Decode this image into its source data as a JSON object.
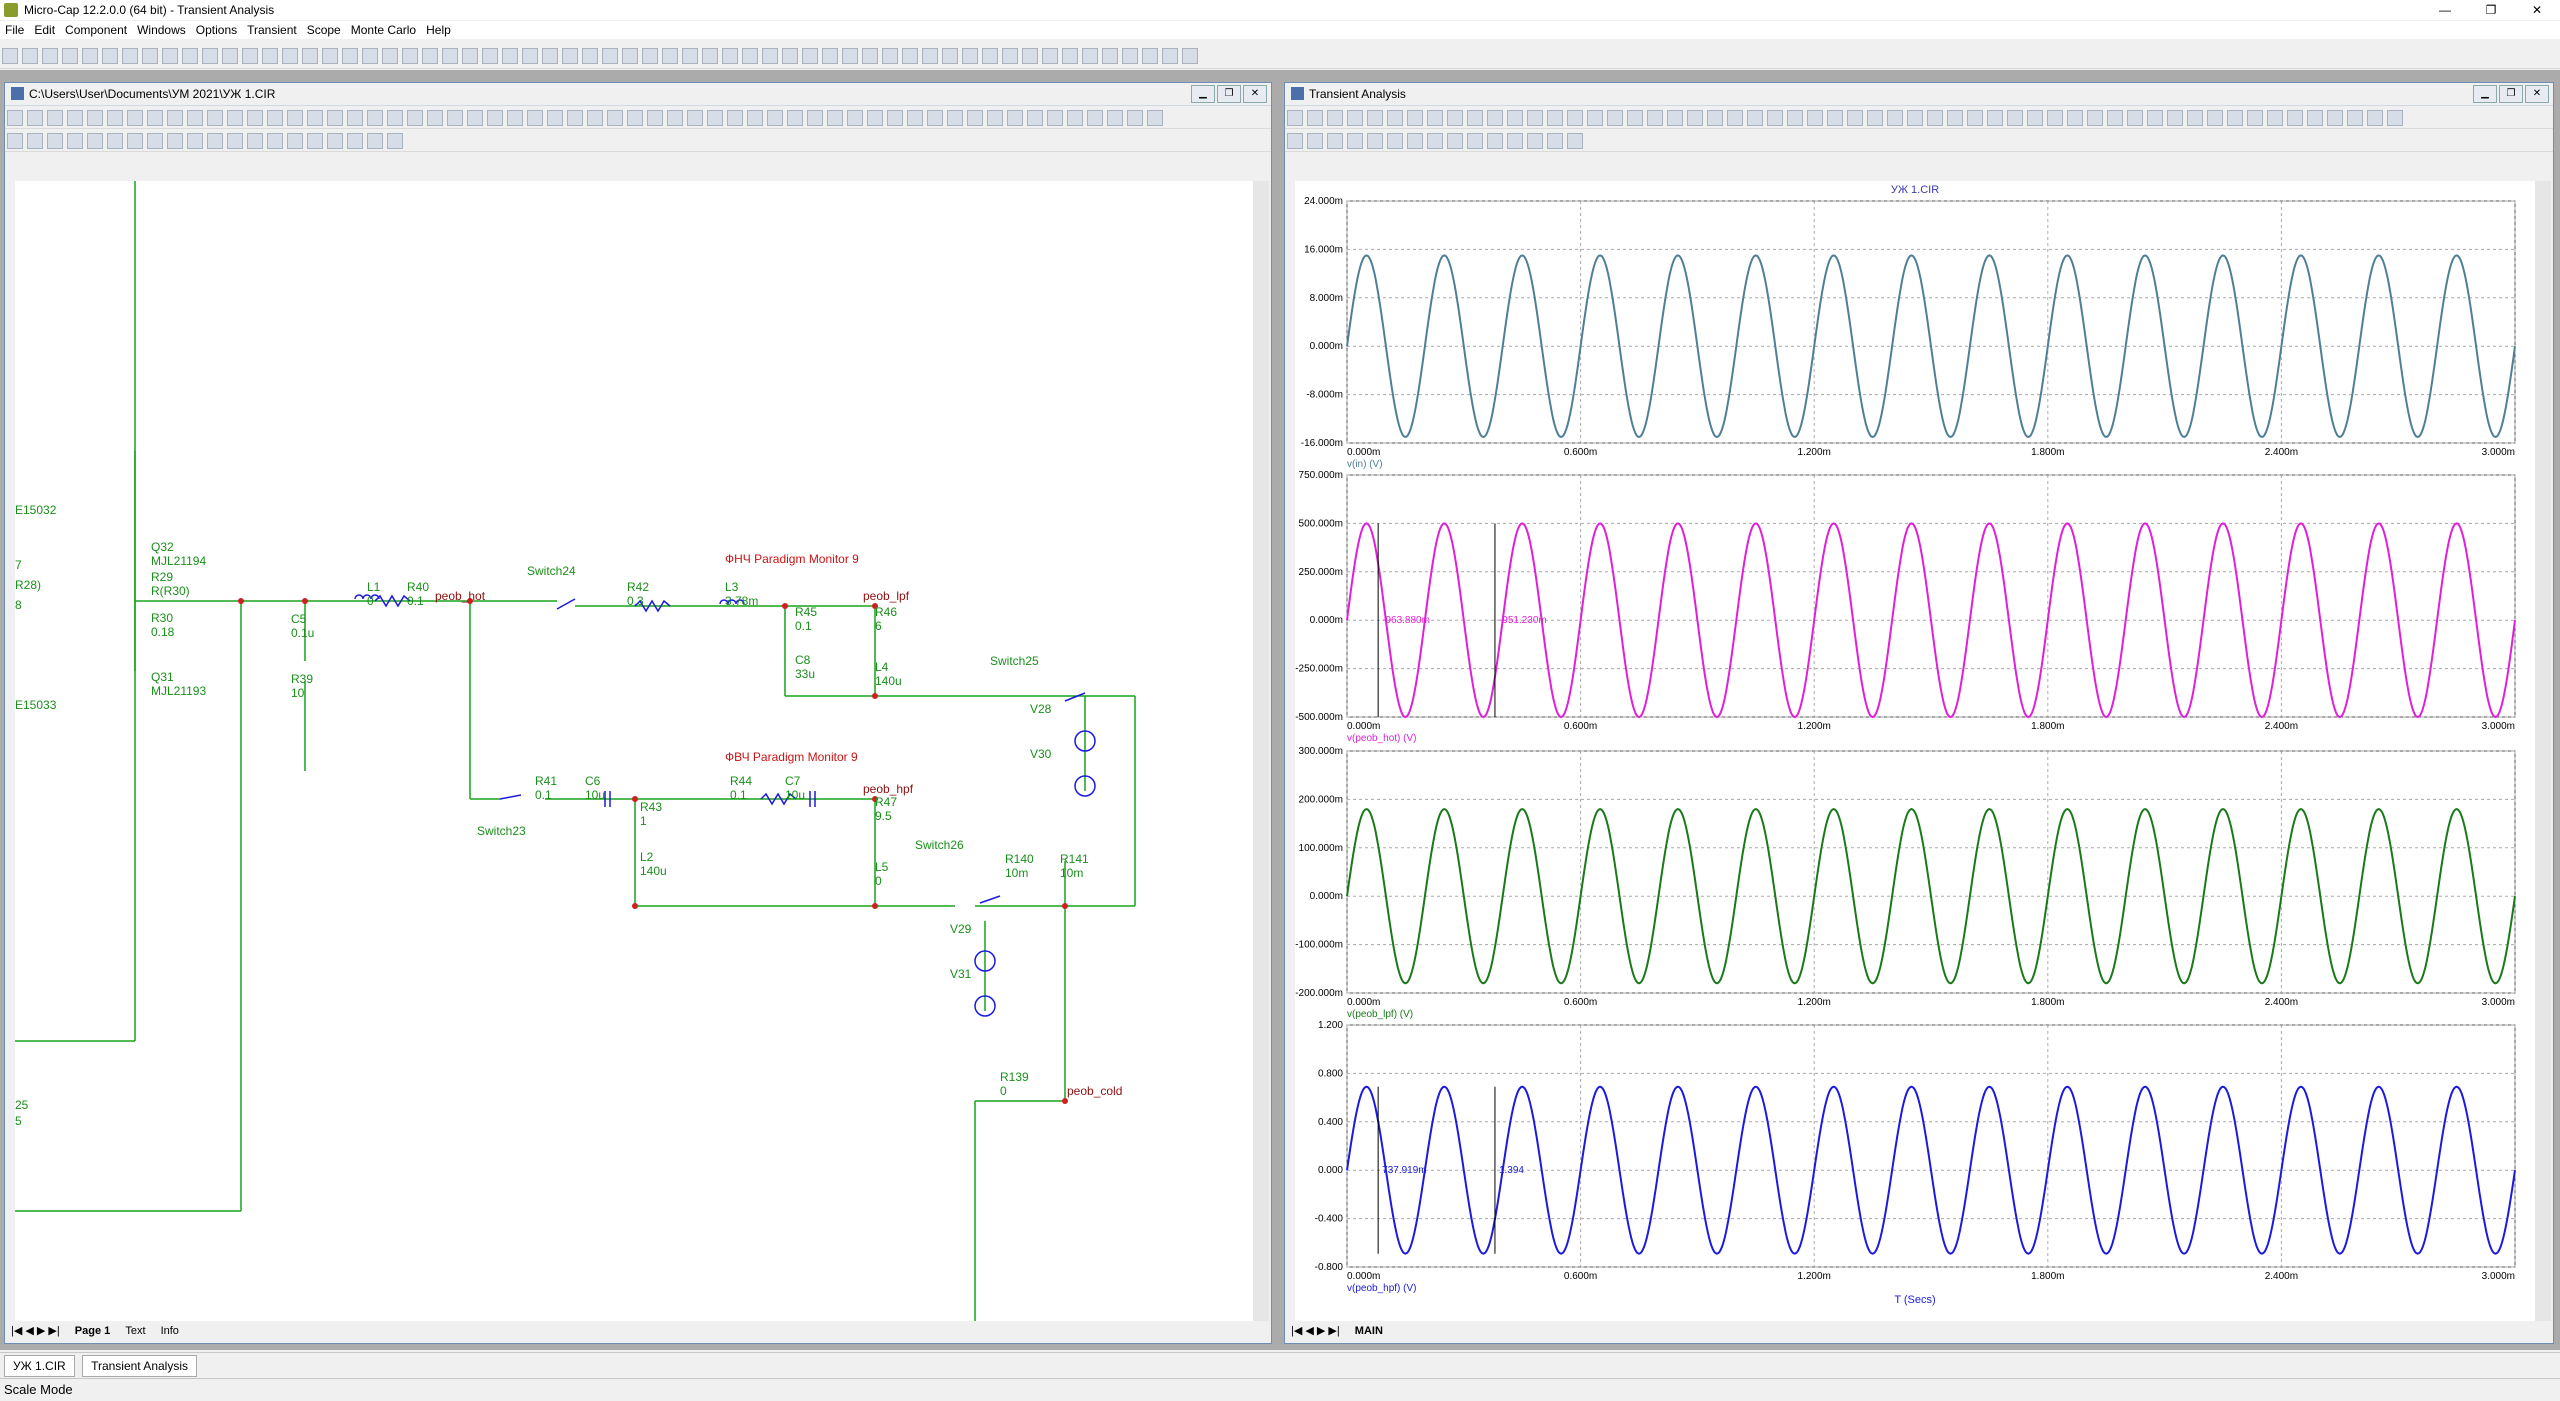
{
  "window": {
    "title": "Micro-Cap 12.2.0.0 (64 bit) - Transient Analysis",
    "minimize": "—",
    "maximize": "❐",
    "close": "✕"
  },
  "menu": [
    "File",
    "Edit",
    "Component",
    "Windows",
    "Options",
    "Transient",
    "Scope",
    "Monte Carlo",
    "Help"
  ],
  "schematic": {
    "title": "C:\\Users\\User\\Documents\\УМ 2021\\УЖ 1.CIR",
    "page_tabs": [
      "Page 1",
      "Text",
      "Info"
    ],
    "components": [
      {
        "ref": "Q32",
        "value": "MJL21194"
      },
      {
        "ref": "R29",
        "value": "R(R30)"
      },
      {
        "ref": "R30",
        "value": "0.18"
      },
      {
        "ref": "Q31",
        "value": "MJL21193"
      },
      {
        "ref": "C5",
        "value": "0.1u"
      },
      {
        "ref": "R39",
        "value": "10"
      },
      {
        "ref": "L1",
        "value": "0"
      },
      {
        "ref": "R40",
        "value": "0.1"
      },
      {
        "ref": "Switch24",
        "value": ""
      },
      {
        "ref": "R42",
        "value": "0.3"
      },
      {
        "ref": "L3",
        "value": "3.78m"
      },
      {
        "ref": "R45",
        "value": "0.1"
      },
      {
        "ref": "C8",
        "value": "33u"
      },
      {
        "ref": "R46",
        "value": "6"
      },
      {
        "ref": "L4",
        "value": "140u"
      },
      {
        "ref": "Switch25",
        "value": ""
      },
      {
        "ref": "V28",
        "value": ""
      },
      {
        "ref": "V30",
        "value": ""
      },
      {
        "ref": "R41",
        "value": "0.1"
      },
      {
        "ref": "C6",
        "value": "10u"
      },
      {
        "ref": "Switch23",
        "value": ""
      },
      {
        "ref": "R43",
        "value": "1"
      },
      {
        "ref": "L2",
        "value": "140u"
      },
      {
        "ref": "R44",
        "value": "0.1"
      },
      {
        "ref": "C7",
        "value": "10u"
      },
      {
        "ref": "R47",
        "value": "9.5"
      },
      {
        "ref": "L5",
        "value": "0"
      },
      {
        "ref": "Switch26",
        "value": ""
      },
      {
        "ref": "R140",
        "value": "10m"
      },
      {
        "ref": "R141",
        "value": "10m"
      },
      {
        "ref": "V29",
        "value": ""
      },
      {
        "ref": "V31",
        "value": ""
      },
      {
        "ref": "R139",
        "value": "0"
      }
    ],
    "nets": [
      "peob_hot",
      "peob_lpf",
      "peob_hpf",
      "peob_cold"
    ],
    "notes": [
      "ФНЧ Paradigm Monitor 9",
      "ФВЧ Paradigm Monitor 9"
    ],
    "edge_labels": [
      "E15032",
      "7",
      "R28)",
      "8",
      "E15033",
      "25",
      "5"
    ]
  },
  "analysis": {
    "title": "Transient Analysis",
    "plot_title": "УЖ 1.CIR",
    "x_axis_label": "T (Secs)",
    "x_ticks": [
      "0.000m",
      "0.600m",
      "1.200m",
      "1.800m",
      "2.400m",
      "3.000m"
    ],
    "page_tab": "MAIN"
  },
  "chart_data": [
    {
      "type": "line",
      "series": [
        {
          "name": "v(in) (V)",
          "color": "#4f7f96"
        }
      ],
      "yticks": [
        "24.000m",
        "16.000m",
        "8.000m",
        "0.000m",
        "-8.000m",
        "-16.000m"
      ],
      "ylim": [
        -16,
        24
      ],
      "amplitude": 15,
      "offset": 0,
      "xlim": [
        0,
        3.0
      ],
      "cycles": 15
    },
    {
      "type": "line",
      "series": [
        {
          "name": "v(peob_hot) (V)",
          "color": "#e020d8"
        }
      ],
      "yticks": [
        "750.000m",
        "500.000m",
        "250.000m",
        "0.000m",
        "-250.000m",
        "-500.000m"
      ],
      "ylim": [
        -500,
        750
      ],
      "amplitude": 500,
      "offset": 0,
      "xlim": [
        0,
        3.0
      ],
      "cycles": 15,
      "annotations": [
        "-963.880m",
        "-951.230m"
      ]
    },
    {
      "type": "line",
      "series": [
        {
          "name": "v(peob_lpf) (V)",
          "color": "#1a7a1a"
        }
      ],
      "yticks": [
        "300.000m",
        "200.000m",
        "100.000m",
        "0.000m",
        "-100.000m",
        "-200.000m"
      ],
      "ylim": [
        -200,
        300
      ],
      "amplitude": 180,
      "offset": 0,
      "xlim": [
        0,
        3.0
      ],
      "cycles": 15
    },
    {
      "type": "line",
      "series": [
        {
          "name": "v(peob_hpf) (V)",
          "color": "#1a1ae0"
        }
      ],
      "yticks": [
        "1.200",
        "0.800",
        "0.400",
        "0.000",
        "-0.400",
        "-0.800"
      ],
      "ylim": [
        -0.8,
        1.2
      ],
      "amplitude": 0.69,
      "offset": 0,
      "xlim": [
        0,
        3.0
      ],
      "cycles": 15,
      "annotations": [
        "737.919m",
        "1.394"
      ]
    }
  ],
  "bottom_tabs": [
    "УЖ 1.CIR",
    "Transient Analysis"
  ],
  "status": "Scale Mode"
}
